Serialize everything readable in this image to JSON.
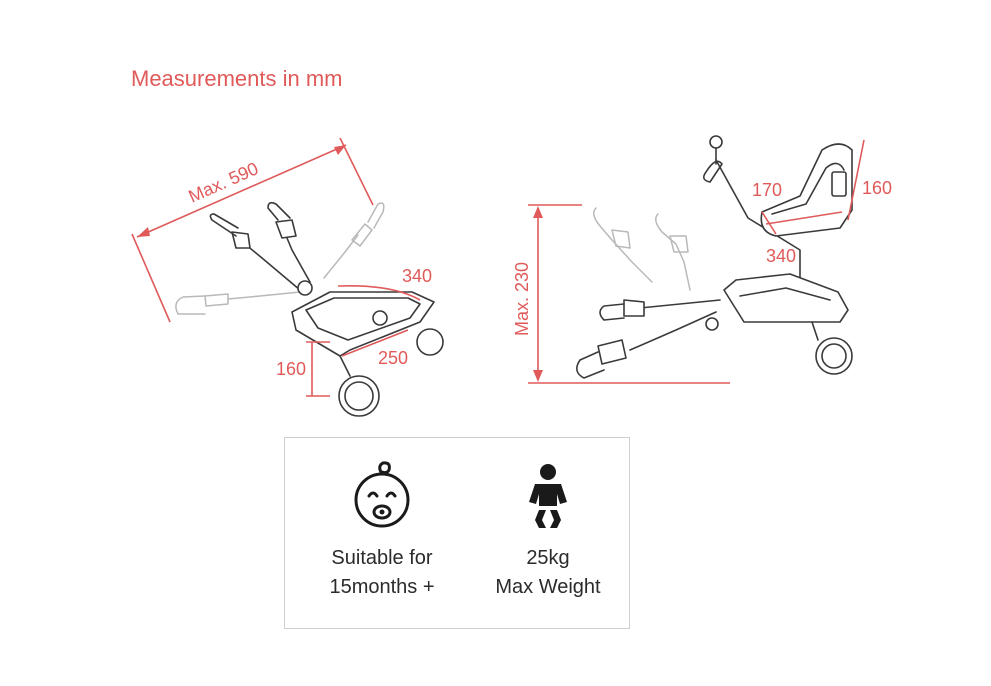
{
  "title": "Measurements in mm",
  "left_view": {
    "max_handle_length": "Max. 590",
    "board_length": "340",
    "board_width": "250",
    "board_height": "160"
  },
  "right_view": {
    "max_height": "Max. 230",
    "seat_depth": "170",
    "seat_height": "160",
    "board_length": "340"
  },
  "features": {
    "age": {
      "icon": "baby-face-icon",
      "line1": "Suitable for",
      "line2": "15months +"
    },
    "weight": {
      "icon": "child-figure-icon",
      "line1": "25kg",
      "line2": "Max Weight"
    }
  },
  "colors": {
    "accent": "#e05a5a",
    "ink": "#3a3a3a",
    "ghost": "#b9b9b9",
    "border": "#cfcfcf"
  }
}
